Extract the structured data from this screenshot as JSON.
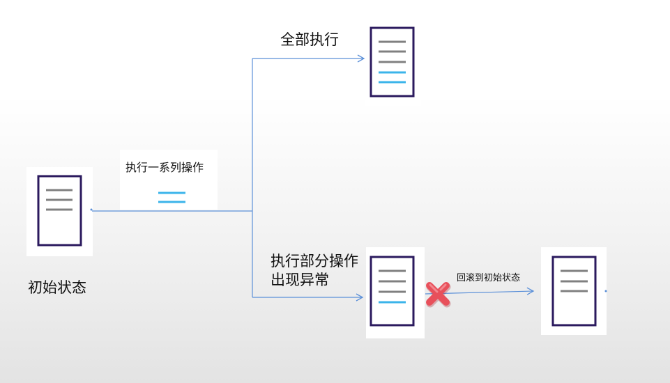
{
  "diagram": {
    "initial_state_label": "初始状态",
    "operations_label": "执行一系列操作",
    "full_exec_label": "全部执行",
    "partial_exec_line1": "执行部分操作",
    "partial_exec_line2": "出现异常",
    "rollback_label": "回滚到初始状态",
    "icons": [
      "document-icon",
      "operations-icon",
      "error-x-icon"
    ],
    "colors": {
      "doc_border": "#2b1a5e",
      "gray_line": "#808080",
      "blue_line": "#3bb4ea",
      "arrow": "#5a8fd8",
      "error_x": "#e8505b"
    }
  }
}
